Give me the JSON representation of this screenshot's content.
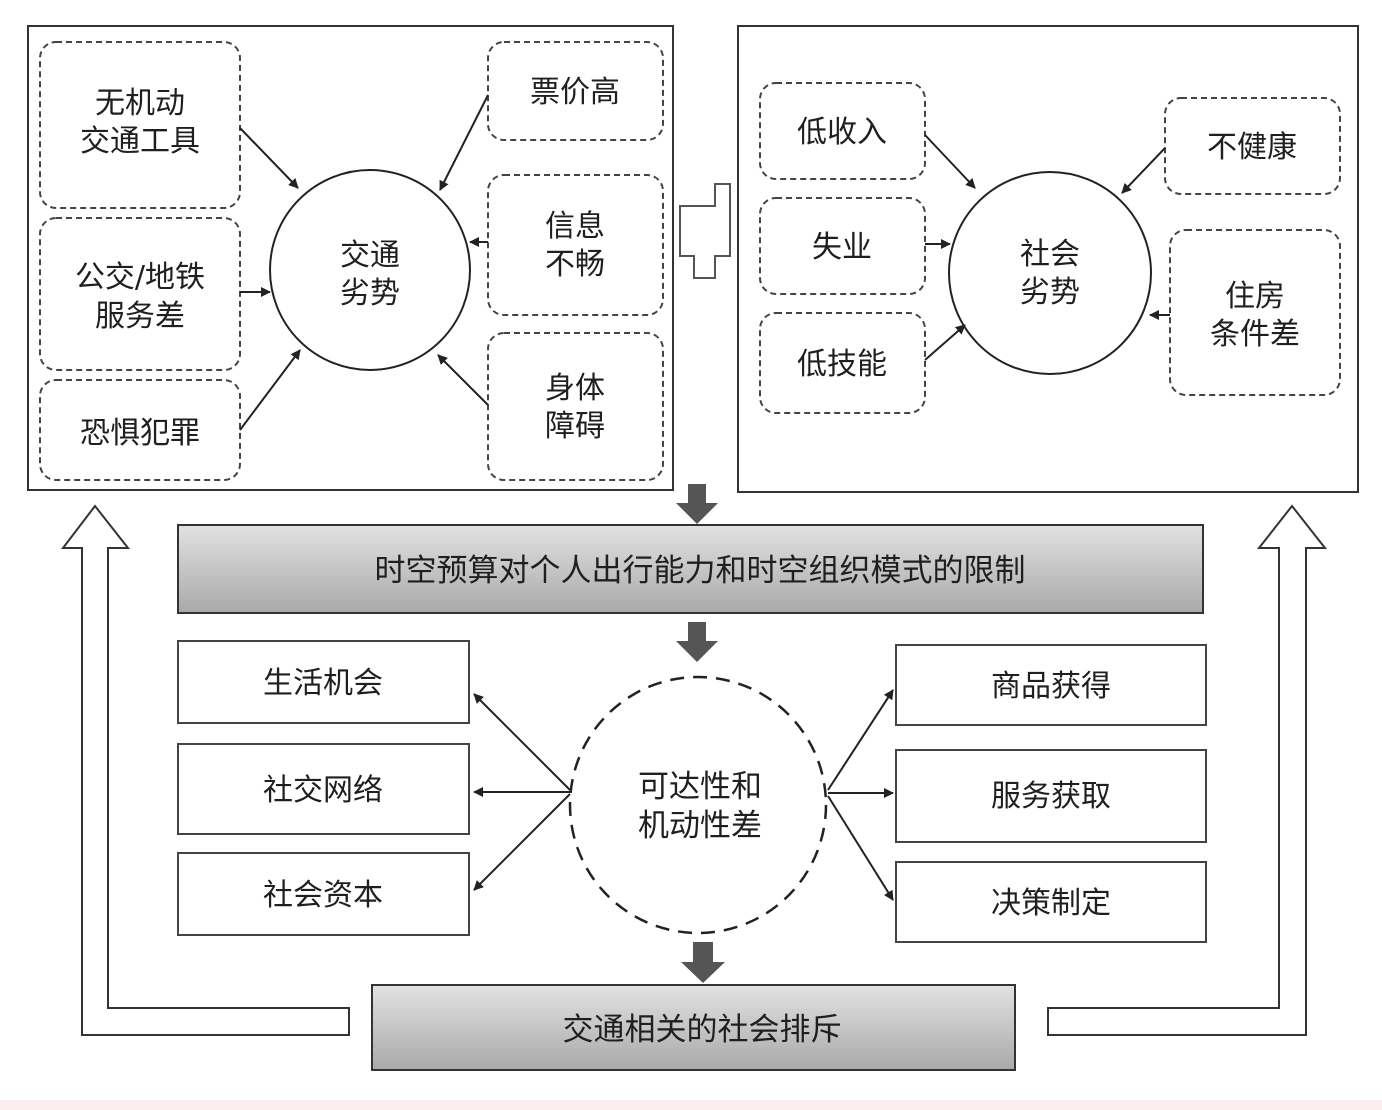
{
  "transport_panel": {
    "center": [
      "交通",
      "劣势"
    ],
    "factors": {
      "no_vehicle": [
        "无机动",
        "交通工具"
      ],
      "poor_transit": [
        "公交/地铁",
        "服务差"
      ],
      "fear_crime": [
        "恐惧犯罪"
      ],
      "high_fare": [
        "票价高"
      ],
      "poor_info": [
        "信息",
        "不畅"
      ],
      "disability": [
        "身体",
        "障碍"
      ]
    }
  },
  "social_panel": {
    "center": [
      "社会",
      "劣势"
    ],
    "factors": {
      "low_income": [
        "低收入"
      ],
      "unemployment": [
        "失业"
      ],
      "low_skill": [
        "低技能"
      ],
      "unhealthy": [
        "不健康"
      ],
      "poor_housing": [
        "住房",
        "条件差"
      ]
    }
  },
  "constraint_bar": "时空预算对个人出行能力和时空组织模式的限制",
  "accessibility_center": [
    "可达性和",
    "机动性差"
  ],
  "left_outcomes": [
    "生活机会",
    "社交网络",
    "社会资本"
  ],
  "right_outcomes": [
    "商品获得",
    "服务获取",
    "决策制定"
  ],
  "exclusion_bar": "交通相关的社会排斥"
}
